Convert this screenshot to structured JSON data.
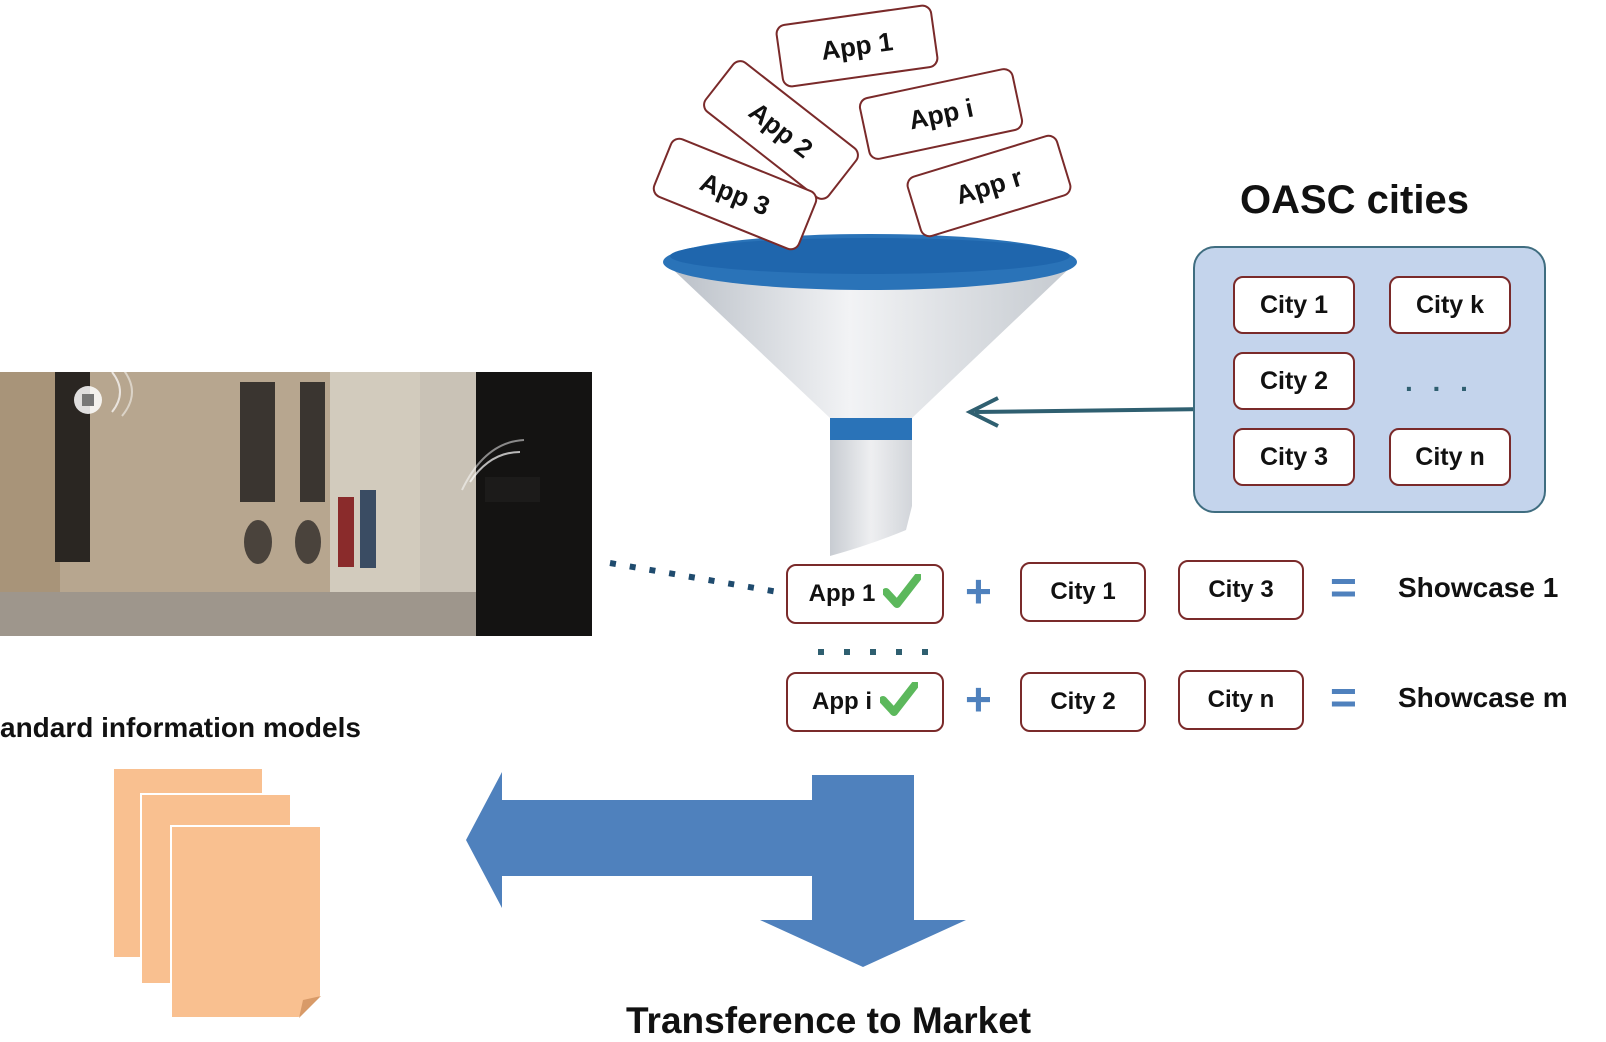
{
  "funnel_apps": [
    "App 1",
    "App 2",
    "App 3",
    "App i",
    "App r"
  ],
  "oasc": {
    "title": "OASC cities",
    "cities": [
      "City 1",
      "City k",
      "City 2",
      "City 3",
      "City n"
    ],
    "ellipsis": ". . ."
  },
  "showcases": [
    {
      "app": "App 1",
      "city_a": "City 1",
      "city_b": "City 3",
      "result": "Showcase 1"
    },
    {
      "app": "App i",
      "city_a": "City 2",
      "city_b": "City n",
      "result": "Showcase m"
    }
  ],
  "operators": {
    "plus": "+",
    "equals": "="
  },
  "standard_models_label": "andard information models",
  "market_label": "Transference to Market",
  "colors": {
    "funnel_blue": "#2a73b8",
    "arrow_blue": "#4f81bd",
    "doc_orange": "#f9c090",
    "card_border": "#7a2a2a",
    "connector": "#2f5f70",
    "check_green": "#5cb85c"
  }
}
